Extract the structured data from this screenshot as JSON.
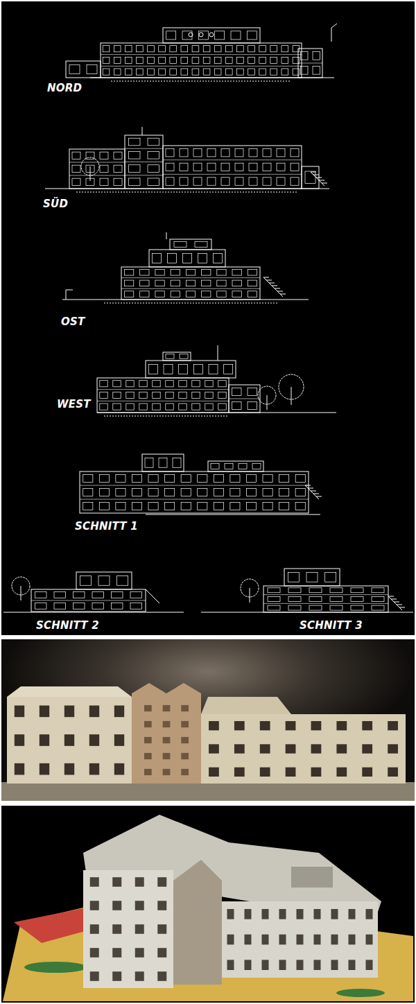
{
  "diagram": {
    "labels": [
      "NORD",
      "SÜD",
      "OST",
      "WEST",
      "SCHNITT 1",
      "SCHNITT 2",
      "SCHNITT 3"
    ]
  }
}
